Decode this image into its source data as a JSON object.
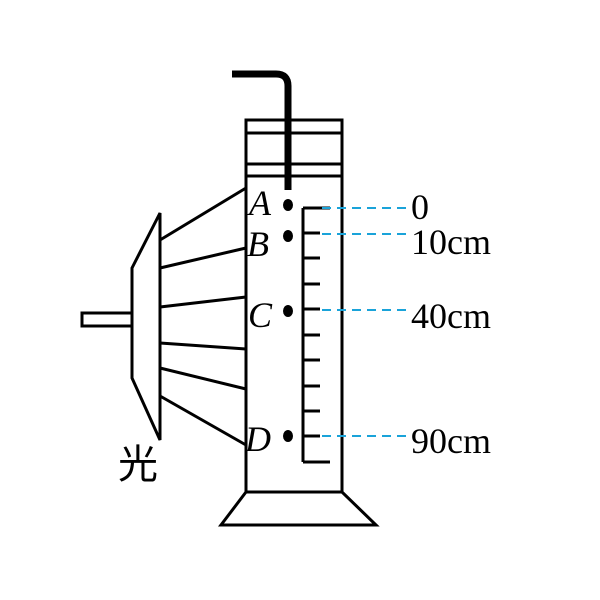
{
  "diagram": {
    "light_label": "光",
    "points": [
      {
        "id": "A",
        "label": "A",
        "depth": "0"
      },
      {
        "id": "B",
        "label": "B",
        "depth": "10cm"
      },
      {
        "id": "C",
        "label": "C",
        "depth": "40cm"
      },
      {
        "id": "D",
        "label": "D",
        "depth": "90cm"
      }
    ],
    "colors": {
      "stroke": "#000000",
      "dashed_line": "#1aa3d9",
      "background": "#ffffff"
    }
  }
}
